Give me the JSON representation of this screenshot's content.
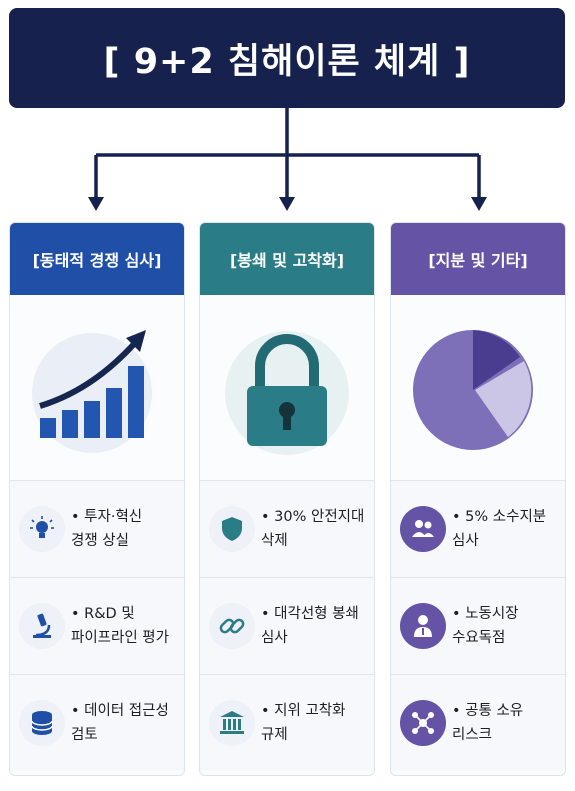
{
  "title": "[ 9+2 침해이론 체계 ]",
  "colors": {
    "title_bg": "#16224d",
    "connector": "#16224d",
    "col1": "#1f4fa6",
    "col2": "#2a7d87",
    "col3": "#6553a5"
  },
  "columns": [
    {
      "header": "[동태적 경쟁 심사]",
      "illustration": "bar-chart-arrow-icon",
      "items": [
        {
          "icon": "lightbulb-icon",
          "lines": [
            "• 투자·혁신",
            "경쟁 상실"
          ]
        },
        {
          "icon": "microscope-icon",
          "lines": [
            "• R&D 및",
            "파이프라인 평가"
          ]
        },
        {
          "icon": "database-icon",
          "lines": [
            "• 데이터 접근성",
            "검토"
          ]
        }
      ]
    },
    {
      "header": "[봉쇄 및 고착화]",
      "illustration": "padlock-icon",
      "items": [
        {
          "icon": "shield-icon",
          "lines": [
            "• 30% 안전지대",
            "삭제"
          ]
        },
        {
          "icon": "chain-link-icon",
          "lines": [
            "• 대각선형 봉쇄",
            "심사"
          ]
        },
        {
          "icon": "institution-icon",
          "lines": [
            "• 지위 고착화",
            "규제"
          ]
        }
      ]
    },
    {
      "header": "[지분 및 기타]",
      "illustration": "pie-chart-icon",
      "items": [
        {
          "icon": "people-icon",
          "lines": [
            "• 5% 소수지분",
            "심사"
          ]
        },
        {
          "icon": "worker-icon",
          "lines": [
            "• 노동시장",
            "수요독점"
          ]
        },
        {
          "icon": "network-icon",
          "lines": [
            "• 공통 소유",
            "리스크"
          ]
        }
      ]
    }
  ]
}
